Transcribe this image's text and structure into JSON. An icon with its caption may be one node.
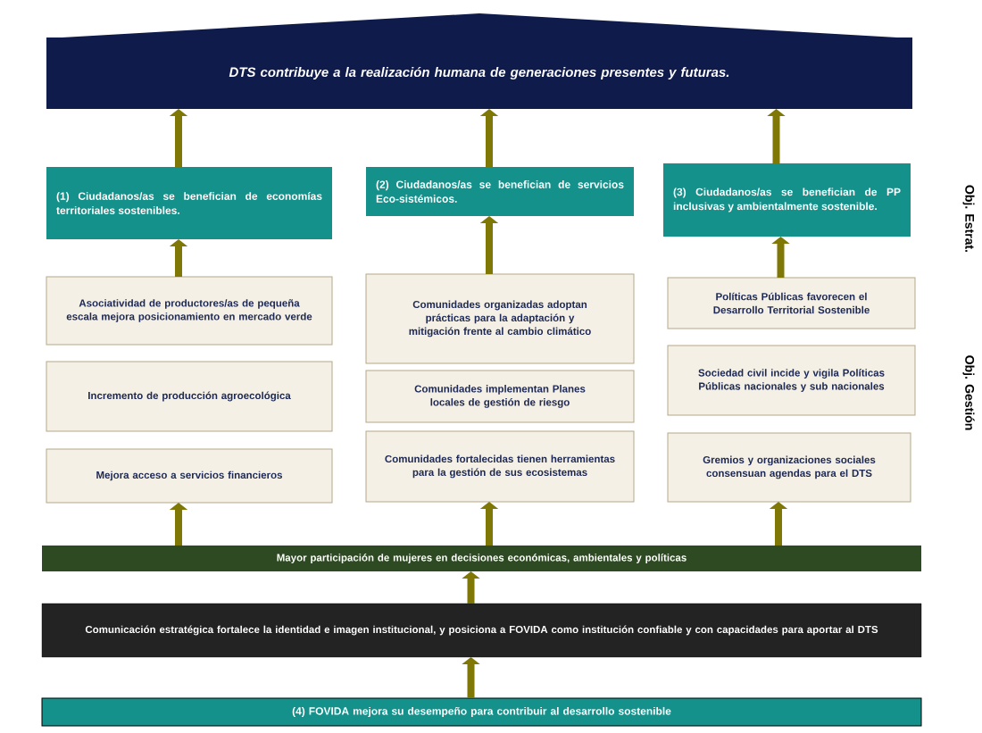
{
  "diagram": {
    "nodes": [
      {
        "text": [
          "DTS contribuye a la realización humana de generaciones presentes y futuras."
        ]
      },
      {
        "text": [
          "(1) Ciudadanos/as se benefician de economías territoriales sostenibles."
        ]
      },
      {
        "text": [
          "(2) Ciudadanos/as se benefician de servicios Eco-sistémicos."
        ]
      },
      {
        "text": [
          "(3) Ciudadanos/as se benefician de PP inclusivas y ambientalmente sostenible."
        ]
      },
      {
        "text": [
          "Asociatividad de productores/as de pequeña escala mejora posicionamiento en mercado verde"
        ]
      },
      {
        "text": [
          "Incremento de producción agroecológica"
        ]
      },
      {
        "text": [
          "Mejora acceso a servicios financieros"
        ]
      },
      {
        "text": [
          "Comunidades organizadas adoptan prácticas para la adaptación y mitigación frente al cambio climático"
        ]
      },
      {
        "text": [
          "Comunidades implementan Planes locales de gestión de riesgo"
        ]
      },
      {
        "text": [
          "Comunidades fortalecidas tienen herramientas para la gestión de sus ecosistemas"
        ]
      },
      {
        "text": [
          "Políticas Públicas favorecen el Desarrollo Territorial Sostenible"
        ]
      },
      {
        "text": [
          "Sociedad civil incide y vigila Políticas Públicas nacionales y sub nacionales"
        ]
      },
      {
        "text": [
          "Gremios y organizaciones sociales consensuan agendas para el DTS"
        ]
      },
      {
        "text": [
          "Mayor participación de mujeres en decisiones económicas, ambientales y políticas"
        ]
      },
      {
        "text": [
          "Comunicación estratégica fortalece la identidad e imagen institucional, y posiciona a FOVIDA como institución confiable y con capacidades para aportar al DTS"
        ]
      },
      {
        "text": [
          "(4) FOVIDA mejora su desempeño para contribuir al desarrollo sostenible"
        ]
      }
    ],
    "edges": [
      {
        "from": 1,
        "to": 0,
        "arrow": "to"
      },
      {
        "from": 2,
        "to": 0,
        "arrow": "to"
      },
      {
        "from": 3,
        "to": 0,
        "arrow": "to"
      },
      {
        "from": 4,
        "to": 1,
        "arrow": "to"
      },
      {
        "from": 7,
        "to": 2,
        "arrow": "to"
      },
      {
        "from": 10,
        "to": 3,
        "arrow": "to"
      },
      {
        "from": 13,
        "to": 6,
        "arrow": "to"
      },
      {
        "from": 13,
        "to": 9,
        "arrow": "to"
      },
      {
        "from": 13,
        "to": 12,
        "arrow": "to"
      },
      {
        "from": 14,
        "to": 13,
        "arrow": "to"
      },
      {
        "from": 15,
        "to": 14,
        "arrow": "to"
      }
    ],
    "labels": [
      "Obj. Estrat.",
      "Obj. Gestión"
    ]
  }
}
